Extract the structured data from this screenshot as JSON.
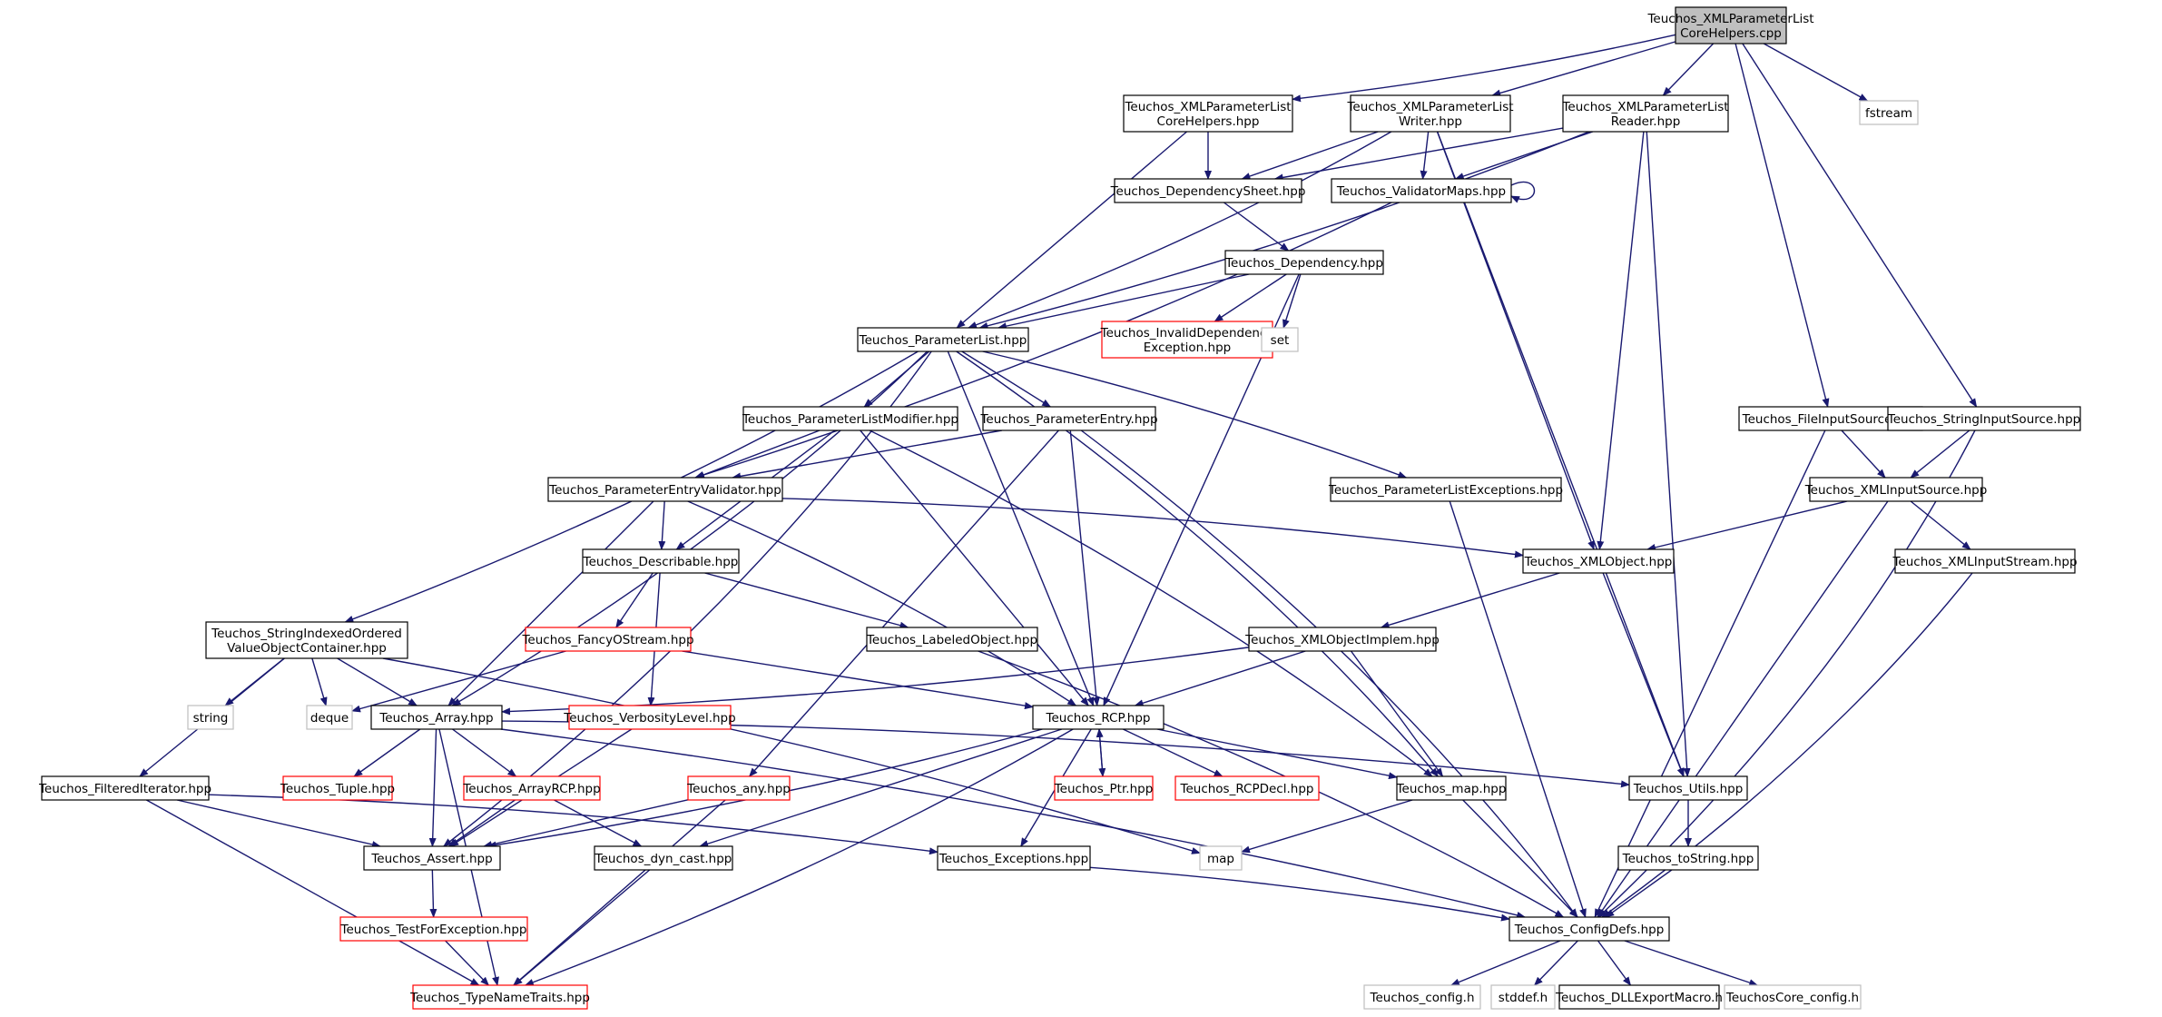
{
  "colors": {
    "edge": "#191970",
    "node_border": "#000000",
    "node_border_missing": "#ff0000",
    "node_border_system": "#bfbfbf",
    "root_fill": "#bfbfbf",
    "node_fill": "#ffffff"
  },
  "nodes": [
    {
      "id": "root",
      "lines": [
        "Teuchos_XMLParameterList",
        "CoreHelpers.cpp"
      ],
      "kind": "root"
    },
    {
      "id": "core_hpp",
      "lines": [
        "Teuchos_XMLParameterList",
        "CoreHelpers.hpp"
      ],
      "kind": "normal"
    },
    {
      "id": "writer",
      "lines": [
        "Teuchos_XMLParameterList",
        "Writer.hpp"
      ],
      "kind": "normal"
    },
    {
      "id": "reader",
      "lines": [
        "Teuchos_XMLParameterList",
        "Reader.hpp"
      ],
      "kind": "normal"
    },
    {
      "id": "fstream",
      "lines": [
        "fstream"
      ],
      "kind": "system"
    },
    {
      "id": "depsheet",
      "lines": [
        "Teuchos_DependencySheet.hpp"
      ],
      "kind": "normal"
    },
    {
      "id": "valmaps",
      "lines": [
        "Teuchos_ValidatorMaps.hpp"
      ],
      "kind": "normal"
    },
    {
      "id": "dependency",
      "lines": [
        "Teuchos_Dependency.hpp"
      ],
      "kind": "normal"
    },
    {
      "id": "invaliddep",
      "lines": [
        "Teuchos_InvalidDependency",
        "Exception.hpp"
      ],
      "kind": "missing"
    },
    {
      "id": "set",
      "lines": [
        "set"
      ],
      "kind": "system"
    },
    {
      "id": "paramlist",
      "lines": [
        "Teuchos_ParameterList.hpp"
      ],
      "kind": "normal"
    },
    {
      "id": "plmodifier",
      "lines": [
        "Teuchos_ParameterListModifier.hpp"
      ],
      "kind": "normal"
    },
    {
      "id": "paramentry",
      "lines": [
        "Teuchos_ParameterEntry.hpp"
      ],
      "kind": "normal"
    },
    {
      "id": "plexceptions",
      "lines": [
        "Teuchos_ParameterListExceptions.hpp"
      ],
      "kind": "normal"
    },
    {
      "id": "fileinput",
      "lines": [
        "Teuchos_FileInputSource.hpp"
      ],
      "kind": "normal"
    },
    {
      "id": "stringinput",
      "lines": [
        "Teuchos_StringInputSource.hpp"
      ],
      "kind": "normal"
    },
    {
      "id": "xmlinput",
      "lines": [
        "Teuchos_XMLInputSource.hpp"
      ],
      "kind": "normal"
    },
    {
      "id": "pevalidator",
      "lines": [
        "Teuchos_ParameterEntryValidator.hpp"
      ],
      "kind": "normal"
    },
    {
      "id": "describable",
      "lines": [
        "Teuchos_Describable.hpp"
      ],
      "kind": "normal"
    },
    {
      "id": "xmlobject",
      "lines": [
        "Teuchos_XMLObject.hpp"
      ],
      "kind": "normal"
    },
    {
      "id": "xmlinstream",
      "lines": [
        "Teuchos_XMLInputStream.hpp"
      ],
      "kind": "normal"
    },
    {
      "id": "sioc",
      "lines": [
        "Teuchos_StringIndexedOrdered",
        "ValueObjectContainer.hpp"
      ],
      "kind": "normal"
    },
    {
      "id": "fancy",
      "lines": [
        "Teuchos_FancyOStream.hpp"
      ],
      "kind": "missing"
    },
    {
      "id": "labeled",
      "lines": [
        "Teuchos_LabeledObject.hpp"
      ],
      "kind": "normal"
    },
    {
      "id": "xmlobjimpl",
      "lines": [
        "Teuchos_XMLObjectImplem.hpp"
      ],
      "kind": "normal"
    },
    {
      "id": "string",
      "lines": [
        "string"
      ],
      "kind": "system"
    },
    {
      "id": "deque",
      "lines": [
        "deque"
      ],
      "kind": "system"
    },
    {
      "id": "array",
      "lines": [
        "Teuchos_Array.hpp"
      ],
      "kind": "normal"
    },
    {
      "id": "verbosity",
      "lines": [
        "Teuchos_VerbosityLevel.hpp"
      ],
      "kind": "missing"
    },
    {
      "id": "rcp",
      "lines": [
        "Teuchos_RCP.hpp"
      ],
      "kind": "normal"
    },
    {
      "id": "filtered",
      "lines": [
        "Teuchos_FilteredIterator.hpp"
      ],
      "kind": "normal"
    },
    {
      "id": "tuple",
      "lines": [
        "Teuchos_Tuple.hpp"
      ],
      "kind": "missing"
    },
    {
      "id": "arrayrcp",
      "lines": [
        "Teuchos_ArrayRCP.hpp"
      ],
      "kind": "missing"
    },
    {
      "id": "any",
      "lines": [
        "Teuchos_any.hpp"
      ],
      "kind": "missing"
    },
    {
      "id": "ptr",
      "lines": [
        "Teuchos_Ptr.hpp"
      ],
      "kind": "missing"
    },
    {
      "id": "rcpdecl",
      "lines": [
        "Teuchos_RCPDecl.hpp"
      ],
      "kind": "missing"
    },
    {
      "id": "map_hpp",
      "lines": [
        "Teuchos_map.hpp"
      ],
      "kind": "normal"
    },
    {
      "id": "utils",
      "lines": [
        "Teuchos_Utils.hpp"
      ],
      "kind": "normal"
    },
    {
      "id": "assert",
      "lines": [
        "Teuchos_Assert.hpp"
      ],
      "kind": "normal"
    },
    {
      "id": "dyncast",
      "lines": [
        "Teuchos_dyn_cast.hpp"
      ],
      "kind": "normal"
    },
    {
      "id": "exceptions",
      "lines": [
        "Teuchos_Exceptions.hpp"
      ],
      "kind": "normal"
    },
    {
      "id": "map",
      "lines": [
        "map"
      ],
      "kind": "system"
    },
    {
      "id": "tostring",
      "lines": [
        "Teuchos_toString.hpp"
      ],
      "kind": "normal"
    },
    {
      "id": "testforexc",
      "lines": [
        "Teuchos_TestForException.hpp"
      ],
      "kind": "missing"
    },
    {
      "id": "configdefs",
      "lines": [
        "Teuchos_ConfigDefs.hpp"
      ],
      "kind": "normal"
    },
    {
      "id": "typename",
      "lines": [
        "Teuchos_TypeNameTraits.hpp"
      ],
      "kind": "missing"
    },
    {
      "id": "config_h",
      "lines": [
        "Teuchos_config.h"
      ],
      "kind": "system"
    },
    {
      "id": "stddef",
      "lines": [
        "stddef.h"
      ],
      "kind": "system"
    },
    {
      "id": "dllexport",
      "lines": [
        "Teuchos_DLLExportMacro.h"
      ],
      "kind": "normal"
    },
    {
      "id": "coreconfig",
      "lines": [
        "TeuchosCore_config.h"
      ],
      "kind": "system"
    }
  ],
  "edges": [
    [
      "root",
      "core_hpp"
    ],
    [
      "root",
      "writer"
    ],
    [
      "root",
      "reader"
    ],
    [
      "root",
      "fstream"
    ],
    [
      "root",
      "fileinput"
    ],
    [
      "root",
      "stringinput"
    ],
    [
      "core_hpp",
      "depsheet"
    ],
    [
      "core_hpp",
      "paramlist"
    ],
    [
      "writer",
      "depsheet"
    ],
    [
      "writer",
      "valmaps"
    ],
    [
      "writer",
      "paramlist"
    ],
    [
      "writer",
      "xmlobject"
    ],
    [
      "writer",
      "utils"
    ],
    [
      "reader",
      "depsheet"
    ],
    [
      "reader",
      "valmaps"
    ],
    [
      "reader",
      "paramlist"
    ],
    [
      "reader",
      "xmlobject"
    ],
    [
      "reader",
      "utils"
    ],
    [
      "depsheet",
      "dependency"
    ],
    [
      "valmaps",
      "valmaps"
    ],
    [
      "valmaps",
      "pevalidator"
    ],
    [
      "dependency",
      "paramlist"
    ],
    [
      "dependency",
      "invaliddep"
    ],
    [
      "dependency",
      "set"
    ],
    [
      "dependency",
      "rcp"
    ],
    [
      "paramlist",
      "plmodifier"
    ],
    [
      "paramlist",
      "paramentry"
    ],
    [
      "paramlist",
      "plexceptions"
    ],
    [
      "paramlist",
      "sioc"
    ],
    [
      "paramlist",
      "array"
    ],
    [
      "paramlist",
      "rcp"
    ],
    [
      "paramlist",
      "map_hpp"
    ],
    [
      "paramlist",
      "assert"
    ],
    [
      "plmodifier",
      "pevalidator"
    ],
    [
      "plmodifier",
      "describable"
    ],
    [
      "plmodifier",
      "rcp"
    ],
    [
      "plmodifier",
      "map_hpp"
    ],
    [
      "paramentry",
      "pevalidator"
    ],
    [
      "paramentry",
      "any"
    ],
    [
      "paramentry",
      "rcp"
    ],
    [
      "paramentry",
      "configdefs"
    ],
    [
      "plexceptions",
      "configdefs"
    ],
    [
      "pevalidator",
      "describable"
    ],
    [
      "pevalidator",
      "array"
    ],
    [
      "pevalidator",
      "rcp"
    ],
    [
      "pevalidator",
      "xmlobject"
    ],
    [
      "describable",
      "fancy"
    ],
    [
      "describable",
      "labeled"
    ],
    [
      "describable",
      "verbosity"
    ],
    [
      "fileinput",
      "xmlinput"
    ],
    [
      "fileinput",
      "configdefs"
    ],
    [
      "stringinput",
      "xmlinput"
    ],
    [
      "stringinput",
      "configdefs"
    ],
    [
      "xmlinput",
      "xmlobject"
    ],
    [
      "xmlinput",
      "xmlinstream"
    ],
    [
      "xmlinput",
      "configdefs"
    ],
    [
      "xmlinstream",
      "configdefs"
    ],
    [
      "xmlobject",
      "xmlobjimpl"
    ],
    [
      "xmlobject",
      "utils"
    ],
    [
      "xmlobjimpl",
      "array"
    ],
    [
      "xmlobjimpl",
      "rcp"
    ],
    [
      "xmlobjimpl",
      "map_hpp"
    ],
    [
      "sioc",
      "string"
    ],
    [
      "sioc",
      "deque"
    ],
    [
      "sioc",
      "array"
    ],
    [
      "sioc",
      "filtered"
    ],
    [
      "sioc",
      "map"
    ],
    [
      "fancy",
      "rcp"
    ],
    [
      "fancy",
      "deque"
    ],
    [
      "labeled",
      "configdefs"
    ],
    [
      "verbosity",
      "assert"
    ],
    [
      "array",
      "tuple"
    ],
    [
      "array",
      "arrayrcp"
    ],
    [
      "array",
      "assert"
    ],
    [
      "array",
      "typename"
    ],
    [
      "array",
      "utils"
    ],
    [
      "array",
      "configdefs"
    ],
    [
      "rcp",
      "ptr"
    ],
    [
      "rcp",
      "rcpdecl"
    ],
    [
      "rcp",
      "map_hpp"
    ],
    [
      "rcp",
      "assert"
    ],
    [
      "rcp",
      "dyncast"
    ],
    [
      "rcp",
      "exceptions"
    ],
    [
      "rcp",
      "typename"
    ],
    [
      "ptr",
      "rcp"
    ],
    [
      "filtered",
      "assert"
    ],
    [
      "filtered",
      "typename"
    ],
    [
      "filtered",
      "exceptions"
    ],
    [
      "arrayrcp",
      "assert"
    ],
    [
      "arrayrcp",
      "dyncast"
    ],
    [
      "any",
      "assert"
    ],
    [
      "any",
      "typename"
    ],
    [
      "map_hpp",
      "map"
    ],
    [
      "map_hpp",
      "configdefs"
    ],
    [
      "utils",
      "tostring"
    ],
    [
      "tostring",
      "configdefs"
    ],
    [
      "assert",
      "testforexc"
    ],
    [
      "testforexc",
      "typename"
    ],
    [
      "dyncast",
      "typename"
    ],
    [
      "exceptions",
      "configdefs"
    ],
    [
      "configdefs",
      "config_h"
    ],
    [
      "configdefs",
      "stddef"
    ],
    [
      "configdefs",
      "dllexport"
    ],
    [
      "configdefs",
      "coreconfig"
    ]
  ]
}
